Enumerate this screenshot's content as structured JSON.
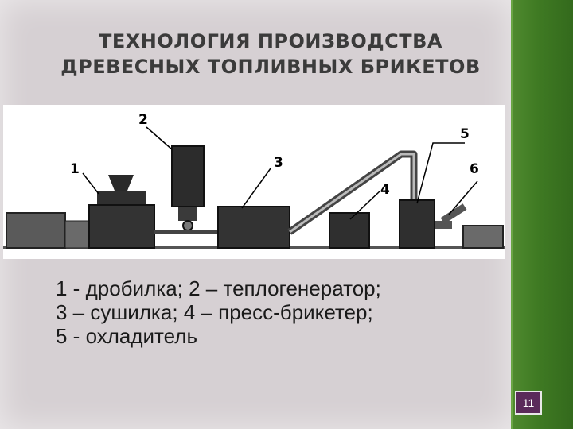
{
  "slide": {
    "title_line1": "ТЕХНОЛОГИЯ ПРОИЗВОДСТВА",
    "title_line2": "ДРЕВЕСНЫХ ТОПЛИВНЫХ БРИКЕТОВ",
    "page_number": "11",
    "accent_color": "#3f7a23",
    "badge_color": "#5a2a5a"
  },
  "diagram": {
    "labels": [
      "1",
      "2",
      "3",
      "4",
      "5",
      "6"
    ]
  },
  "caption": {
    "line1": "1 - дробилка; 2 – теплогенератор;",
    "line2": "3 – сушилка; 4 – пресс-брикетер;",
    "line3": "5 - охладитель"
  }
}
